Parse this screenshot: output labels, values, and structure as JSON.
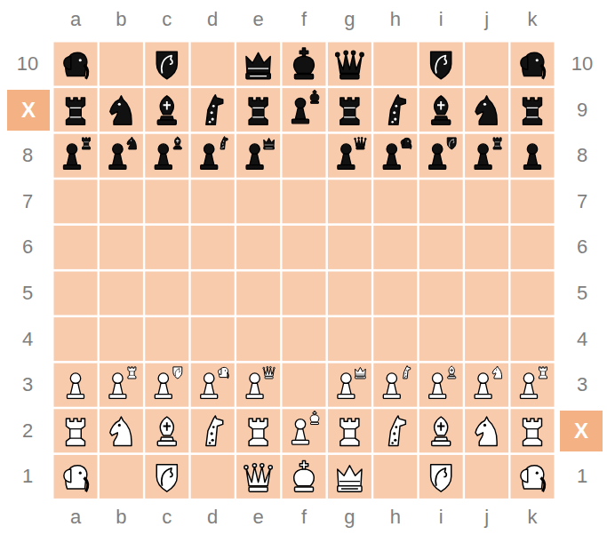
{
  "diagram": {
    "nodes": [
      {
        "text": [
          "X"
        ]
      },
      {
        "text": [
          "X"
        ]
      }
    ],
    "labels": [
      "a",
      "b",
      "c",
      "d",
      "e",
      "f",
      "g",
      "h",
      "i",
      "j",
      "k",
      "10",
      "8",
      "7",
      "6",
      "5",
      "4",
      "3",
      "2",
      "1",
      "10",
      "9",
      "8",
      "7",
      "6",
      "5",
      "4",
      "3",
      "1",
      "a",
      "b",
      "c",
      "d",
      "e",
      "f",
      "g",
      "h",
      "i",
      "j",
      "k"
    ]
  }
}
